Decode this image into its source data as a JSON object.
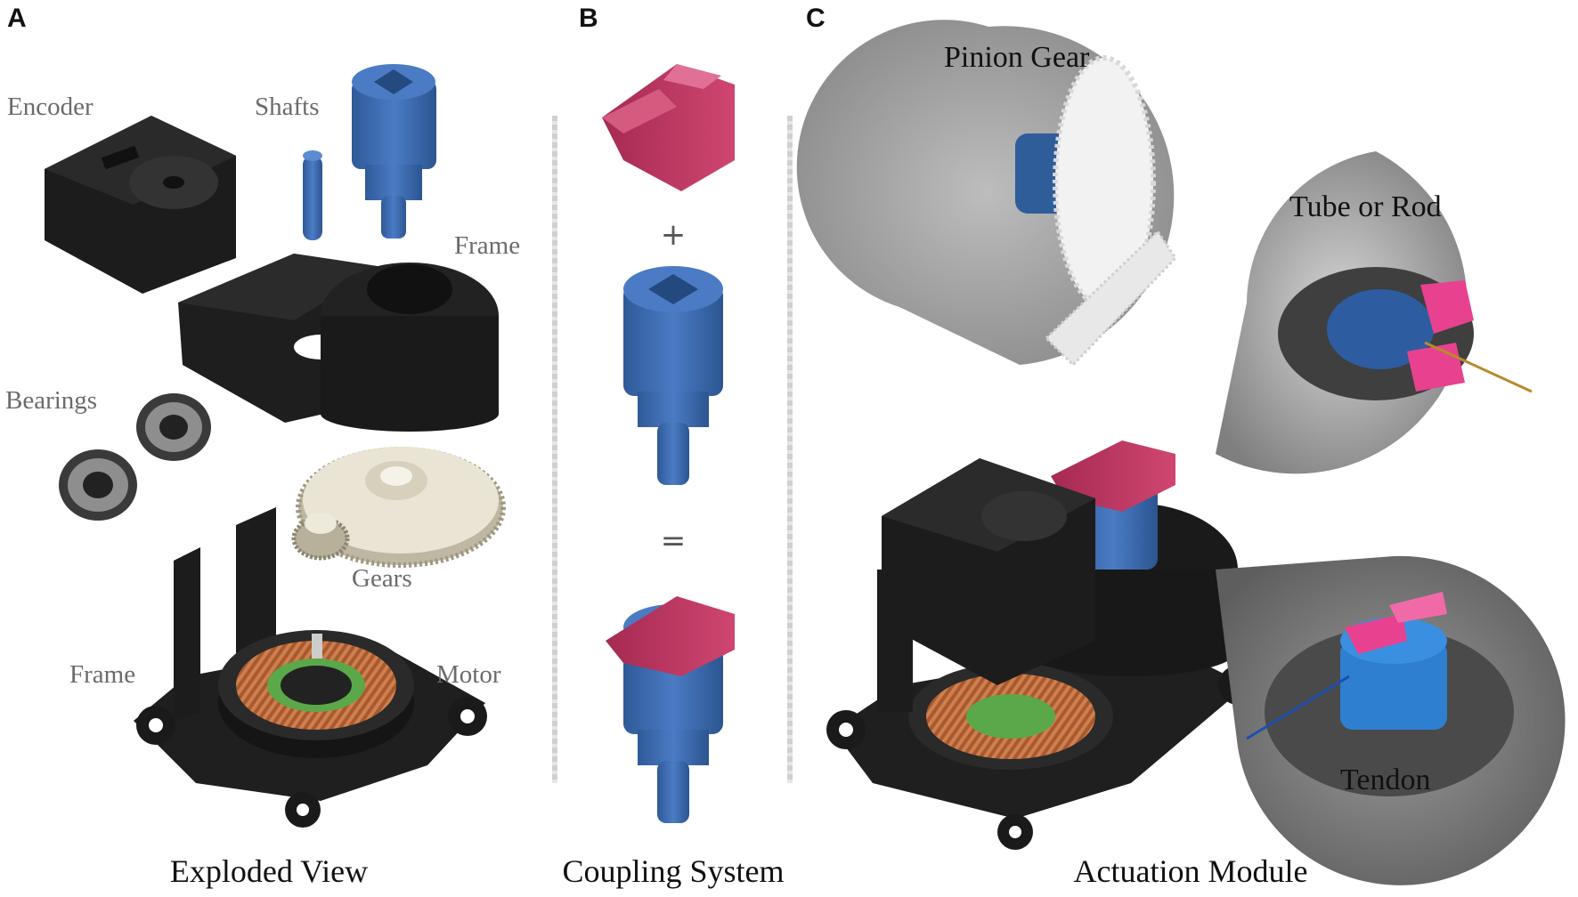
{
  "panels": {
    "a": {
      "letter": "A",
      "caption": "Exploded View",
      "labels": {
        "encoder": "Encoder",
        "shafts": "Shafts",
        "frame_top": "Frame",
        "bearings": "Bearings",
        "gears": "Gears",
        "frame_bottom": "Frame",
        "motor": "Motor"
      }
    },
    "b": {
      "letter": "B",
      "caption": "Coupling System",
      "plus": "+",
      "equals": "="
    },
    "c": {
      "letter": "C",
      "caption": "Actuation Module",
      "labels": {
        "pinion_gear": "Pinion Gear",
        "tube_or_rod": "Tube or Rod",
        "tendon": "Tendon"
      }
    }
  },
  "colors": {
    "black_part": "#1f1f1f",
    "blue_part": "#3f6fb5",
    "magenta_part": "#c23a63",
    "gear_cream": "#e9e4d3",
    "copper": "#b0653a",
    "green": "#5aa84a",
    "photo_gray": "#9c9c9c",
    "pink_photo": "#e8418f"
  }
}
